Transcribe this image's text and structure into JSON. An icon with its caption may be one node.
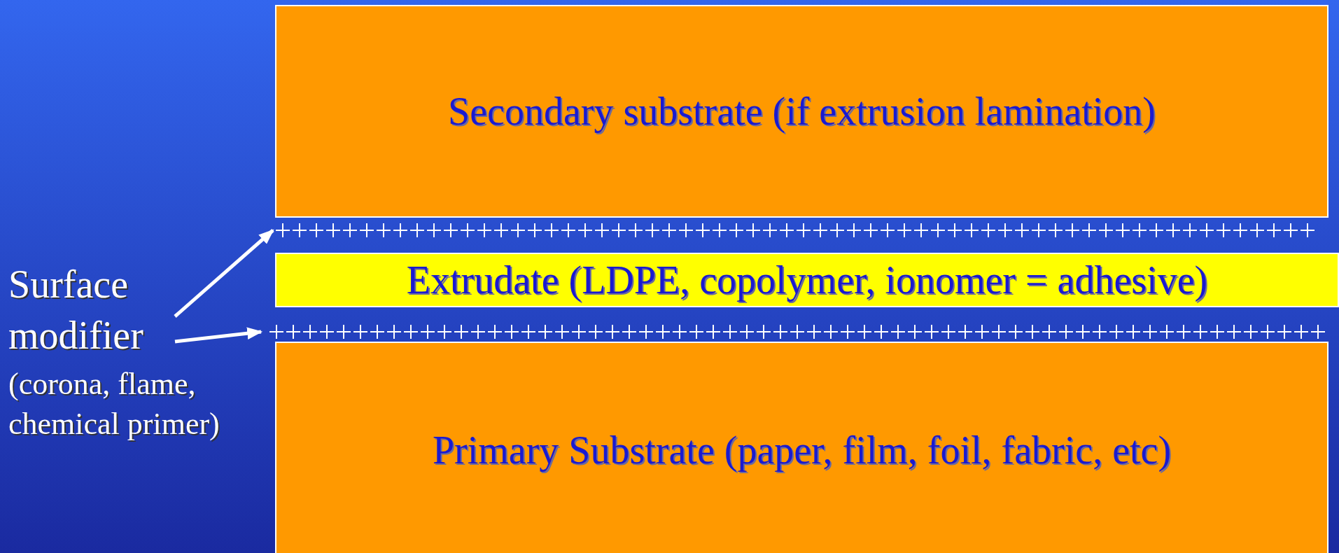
{
  "diagram": {
    "nodes": [
      {
        "text": [
          "Secondary substrate (if extrusion lamination)"
        ]
      },
      {
        "text": [],
        "shape": "bar"
      },
      {
        "text": [
          "Extrudate (LDPE, copolymer, ionomer = adhesive)"
        ]
      },
      {
        "text": [],
        "shape": "bar"
      },
      {
        "text": [
          "Primary Substrate (paper, film, foil, fabric, etc)"
        ]
      },
      {
        "text": [
          "Surface modifier",
          "(corona, flame, chemical primer)"
        ]
      }
    ],
    "edges": [
      {
        "from": 5,
        "to": 1,
        "arrow": "to"
      },
      {
        "from": 5,
        "to": 3,
        "arrow": "to"
      }
    ]
  }
}
